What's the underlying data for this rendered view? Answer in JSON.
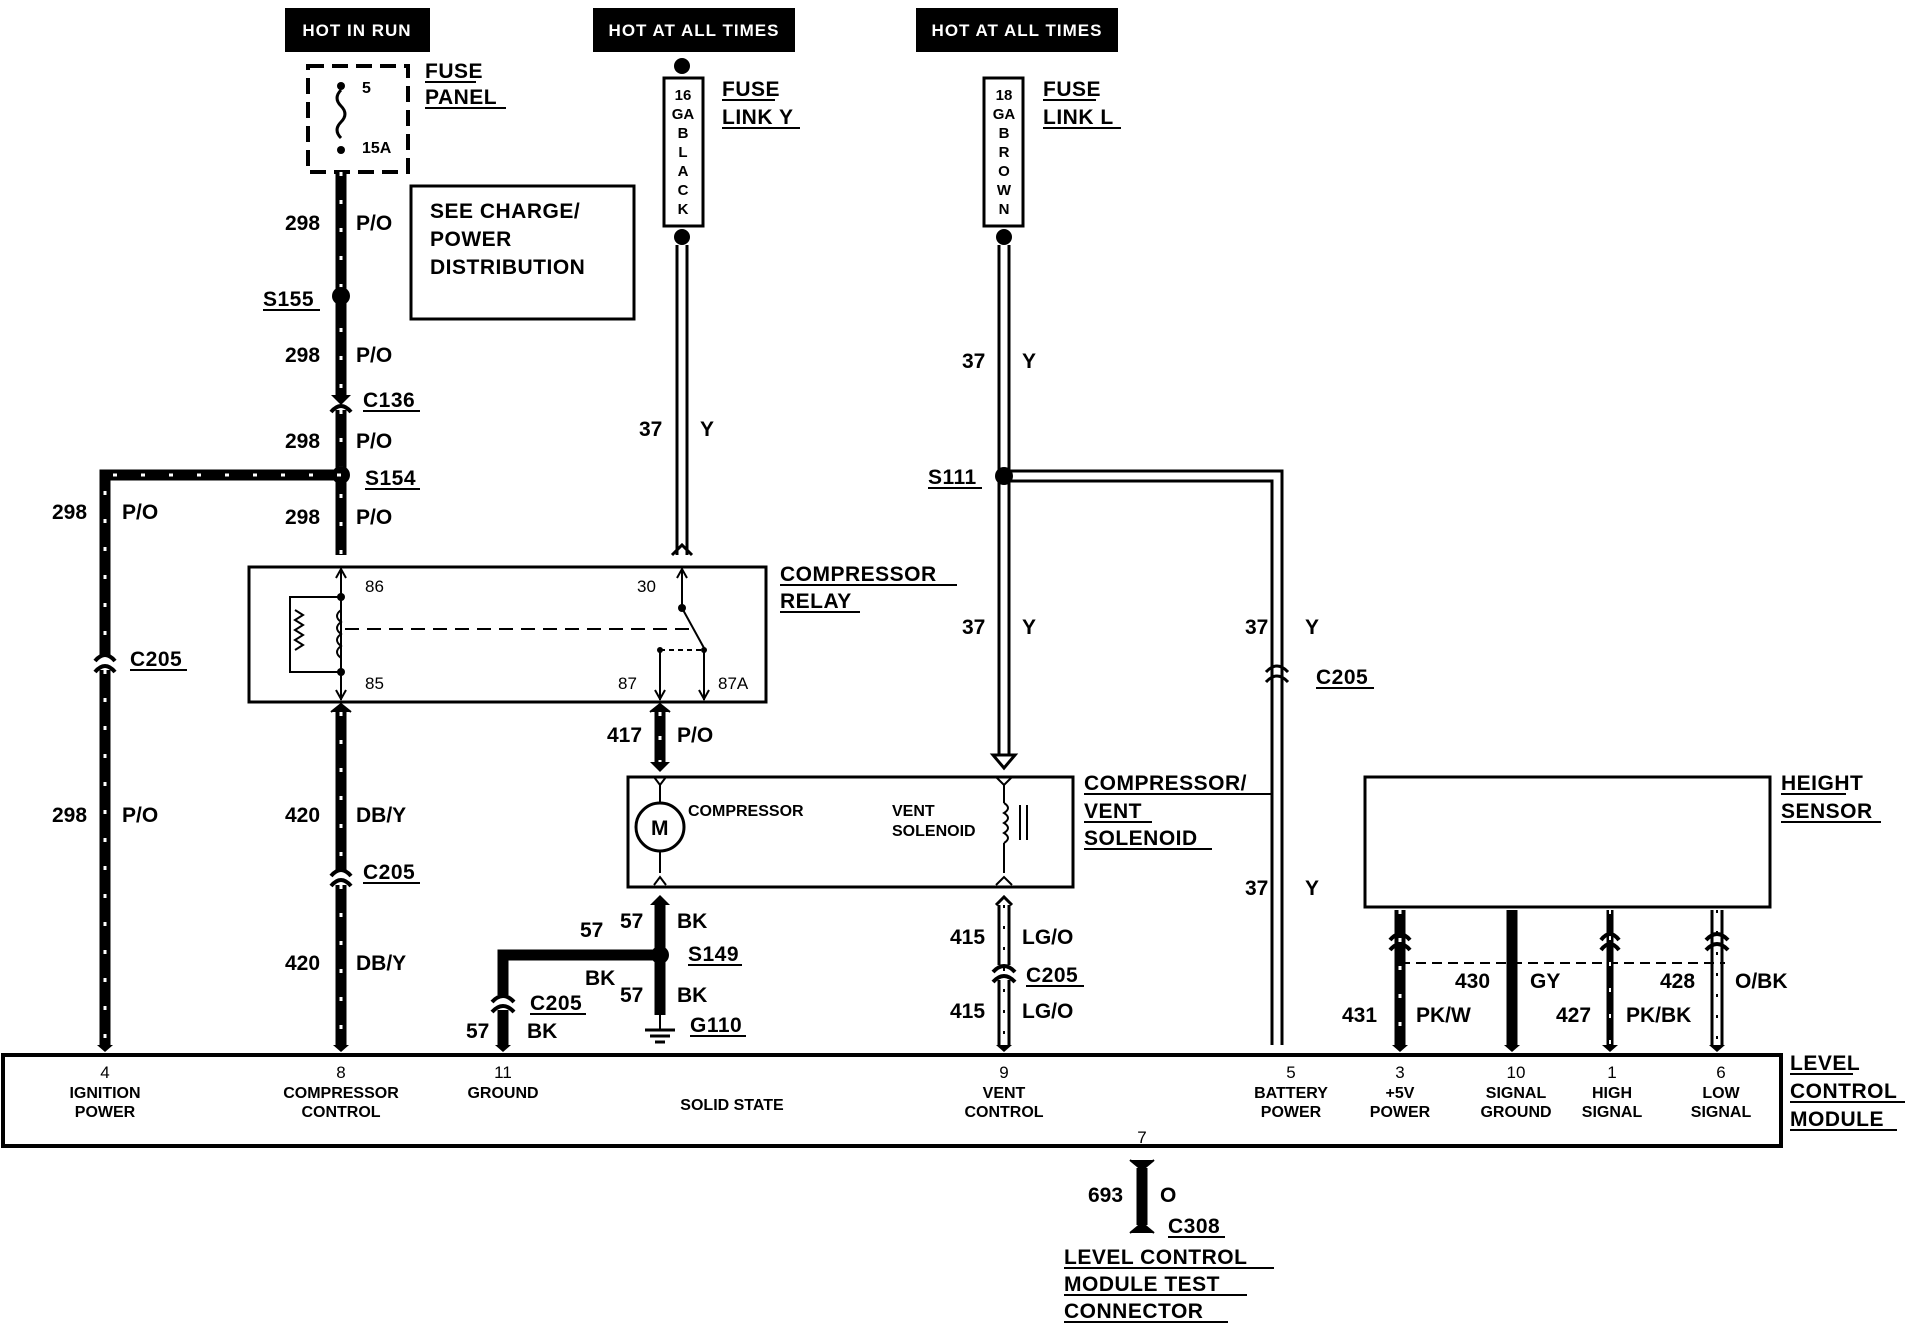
{
  "power_sources": {
    "hot_in_run": "HOT IN RUN",
    "hot_all_times_1": "HOT AT ALL TIMES",
    "hot_all_times_2": "HOT AT ALL TIMES"
  },
  "fuse_panel": {
    "title_line1": "FUSE",
    "title_line2": "PANEL",
    "fuse_number": "5",
    "fuse_rating": "15A"
  },
  "fuse_link_y": {
    "title_line1": "FUSE",
    "title_line2": "LINK Y",
    "spec": [
      "16",
      "GA",
      "B",
      "L",
      "A",
      "C",
      "K"
    ]
  },
  "fuse_link_l": {
    "title_line1": "FUSE",
    "title_line2": "LINK L",
    "spec": [
      "18",
      "GA",
      "B",
      "R",
      "O",
      "W",
      "N"
    ]
  },
  "note_box": {
    "line1": "SEE CHARGE/",
    "line2": "POWER",
    "line3": "DISTRIBUTION"
  },
  "splices": {
    "s155": "S155",
    "s154": "S154",
    "s111": "S111",
    "s149": "S149"
  },
  "connectors": {
    "c136": "C136",
    "c205": "C205",
    "c308": "C308"
  },
  "ground": "G110",
  "wires": {
    "w298": "298",
    "po": "P/O",
    "w37": "37",
    "y": "Y",
    "w417": "417",
    "w420": "420",
    "dby": "DB/Y",
    "w57": "57",
    "bk": "BK",
    "w415": "415",
    "lgo": "LG/O",
    "w431": "431",
    "pkw": "PK/W",
    "w430": "430",
    "gy": "GY",
    "w427": "427",
    "pkbk": "PK/BK",
    "w428": "428",
    "obk": "O/BK",
    "w693": "693",
    "o": "O"
  },
  "compressor_relay": {
    "title_line1": "COMPRESSOR",
    "title_line2": "RELAY",
    "pins": {
      "p86": "86",
      "p85": "85",
      "p30": "30",
      "p87": "87",
      "p87a": "87A"
    }
  },
  "compressor_solenoid": {
    "title_line1": "COMPRESSOR/",
    "title_line2": "VENT",
    "title_line3": "SOLENOID",
    "compressor_label": "COMPRESSOR",
    "motor_symbol": "M",
    "vent_line1": "VENT",
    "vent_line2": "SOLENOID"
  },
  "height_sensor": {
    "title_line1": "HEIGHT",
    "title_line2": "SENSOR"
  },
  "module": {
    "title_line1": "LEVEL",
    "title_line2": "CONTROL",
    "title_line3": "MODULE",
    "solid_state": "SOLID STATE",
    "test_pin": "7",
    "pins": [
      {
        "num": "4",
        "line1": "IGNITION",
        "line2": "POWER"
      },
      {
        "num": "8",
        "line1": "COMPRESSOR",
        "line2": "CONTROL"
      },
      {
        "num": "11",
        "line1": "GROUND",
        "line2": ""
      },
      {
        "num": "9",
        "line1": "VENT",
        "line2": "CONTROL"
      },
      {
        "num": "5",
        "line1": "BATTERY",
        "line2": "POWER"
      },
      {
        "num": "3",
        "line1": "+5V",
        "line2": "POWER"
      },
      {
        "num": "10",
        "line1": "SIGNAL",
        "line2": "GROUND"
      },
      {
        "num": "1",
        "line1": "HIGH",
        "line2": "SIGNAL"
      },
      {
        "num": "6",
        "line1": "LOW",
        "line2": "SIGNAL"
      }
    ]
  },
  "test_connector": {
    "line1": "LEVEL CONTROL",
    "line2": "MODULE TEST",
    "line3": "CONNECTOR"
  }
}
